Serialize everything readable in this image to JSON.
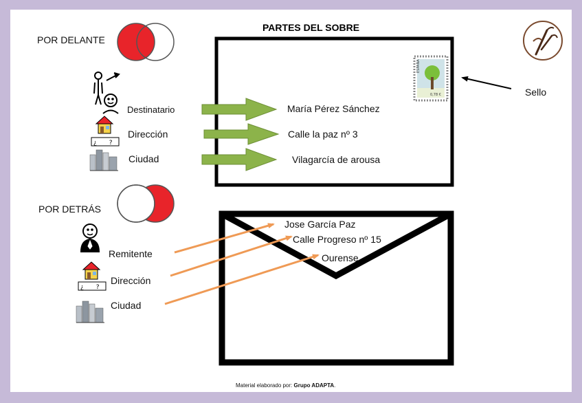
{
  "title": "PARTES DEL SOBRE",
  "front": {
    "heading": "POR DELANTE",
    "labels": [
      "Destinatario",
      "Dirección",
      "Ciudad"
    ],
    "values": [
      "María Pérez Sánchez",
      "Calle la paz nº 3",
      "Vilagarcía de arousa"
    ],
    "stamp_label": "Sello",
    "stamp_text_country": "ESPAÑA",
    "stamp_text_value": "0,78 €"
  },
  "back": {
    "heading": "POR DETRÁS",
    "labels": [
      "Remitente",
      "Dirección",
      "Ciudad"
    ],
    "values": [
      "Jose García Paz",
      "Calle Progreso nº 15",
      "Ourense"
    ]
  },
  "address_sign": "¿____?",
  "footer": {
    "prefix": "Material elaborado por: ",
    "author": "Grupo ADAPTA",
    "suffix": "."
  },
  "colors": {
    "frame": "#c6bad8",
    "red": "#e8242a",
    "green_arrow": "#8cb34a",
    "orange_arrow": "#ef9a55"
  }
}
